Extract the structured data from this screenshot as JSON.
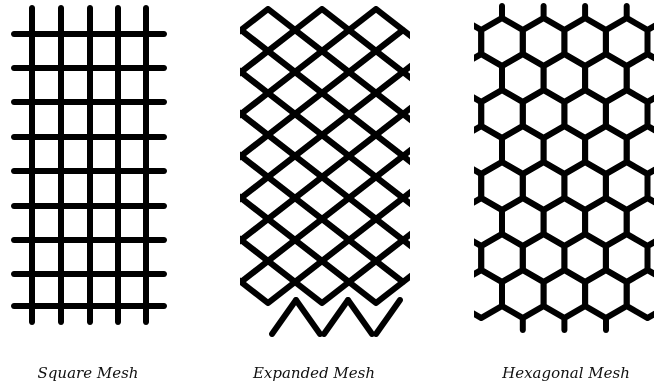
{
  "figure": {
    "colors": {
      "stroke": "#000000",
      "background": "#ffffff"
    },
    "panels": [
      {
        "id": "square",
        "caption": "Square Mesh"
      },
      {
        "id": "expanded",
        "caption": "Expanded Mesh"
      },
      {
        "id": "hexagonal",
        "caption": "Hexagonal Mesh"
      }
    ]
  }
}
